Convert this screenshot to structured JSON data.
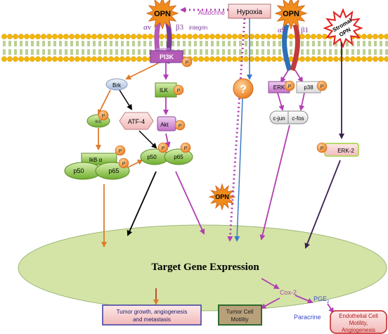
{
  "molecules": {
    "opn": "OPN",
    "autocrine": "Autocrine",
    "alpha_v": "αv",
    "beta_3": "β3",
    "integrin": "integrin",
    "alpha_9": "α9",
    "beta_1": "β1",
    "hypoxia": "Hypoxia",
    "stromal_line1": "Stromal",
    "stromal_line2": "OPN",
    "pi3k": "PI3K",
    "p": "P",
    "brk": "Brk",
    "ilk": "ILK",
    "ikk": "IKK",
    "atf4": "ATF-4",
    "akt": "Akt",
    "ikb": "IkB α",
    "p50": "p50",
    "p65": "p65",
    "question": "?",
    "erk": "ERK",
    "p38": "p38",
    "cjun": "c-jun",
    "cfos": "c-fos",
    "erk2": "ERK-2",
    "opn_mid": "OPN"
  },
  "target": "Target Gene Expression",
  "outputs": {
    "cox2": "Cox-2",
    "pge2": "PGE",
    "pge2_sub": "2",
    "paracrine": "Paracrine",
    "tumor_growth_l1": "Tumor growth, angiogenesis",
    "tumor_growth_l2": "and metastasis",
    "tumor_motility_l1": "Tumor Cell",
    "tumor_motility_l2": "Motility",
    "endo_l1": "Endothelial Cell",
    "endo_l2": "Motility,",
    "endo_l3": "Angiogenesis"
  },
  "colors": {
    "membrane_head": "#f2b705",
    "membrane_tail": "#7aa12a",
    "ellipse_fill": "#d4e4a6",
    "arrow_orange": "#e07a2a",
    "arrow_purple": "#b03fb0",
    "arrow_blue": "#3a7bc8",
    "arrow_black": "#000000",
    "phospho": "#f08c1c"
  }
}
